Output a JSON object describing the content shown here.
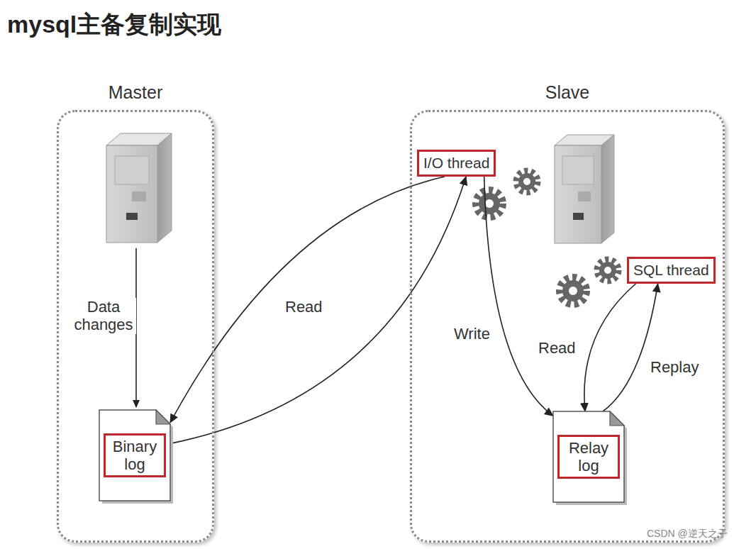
{
  "diagram": {
    "title": "mysql主备复制实现",
    "nodes": [
      {
        "text": [
          "Master"
        ]
      },
      {
        "text": [
          "Binary log"
        ],
        "in": 0
      },
      {
        "text": [
          "Slave"
        ]
      },
      {
        "text": [
          "I/O thread"
        ],
        "in": 2
      },
      {
        "text": [
          "SQL thread"
        ],
        "in": 2
      },
      {
        "text": [
          "Relay log"
        ],
        "in": 2
      }
    ],
    "edges": [
      {
        "from": 3,
        "to": 1,
        "label": "Read",
        "arrow": "to"
      },
      {
        "from": 1,
        "to": 3,
        "arrow": "to"
      },
      {
        "from": 3,
        "to": 5,
        "label": "Write",
        "arrow": "to"
      },
      {
        "from": 4,
        "to": 5,
        "label": "Read",
        "arrow": "to"
      },
      {
        "from": 5,
        "to": 4,
        "label": "Replay",
        "arrow": "to"
      }
    ],
    "labels": [
      "Data changes",
      "CSDN @逆天之子"
    ]
  }
}
